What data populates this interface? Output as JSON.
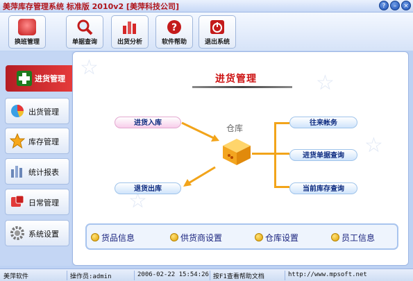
{
  "window": {
    "title": "美萍库存管理系统 标准版 2010v2 [美萍科技公司]",
    "buttons": [
      "?",
      "–",
      "×"
    ]
  },
  "toolbar": {
    "items": [
      {
        "label": "换班管理",
        "icon": "user-shift-icon"
      },
      {
        "label": "单据查询",
        "icon": "magnifier-icon"
      },
      {
        "label": "出货分析",
        "icon": "bar-chart-icon"
      },
      {
        "label": "软件帮助",
        "icon": "help-icon"
      },
      {
        "label": "退出系统",
        "icon": "power-icon"
      }
    ]
  },
  "nav": {
    "active": {
      "label": "进货管理",
      "icon": "plus-icon"
    },
    "items": [
      {
        "label": "出货管理",
        "icon": "pie-chart-icon"
      },
      {
        "label": "库存管理",
        "icon": "star-icon"
      },
      {
        "label": "统计报表",
        "icon": "report-bars-icon"
      },
      {
        "label": "日常管理",
        "icon": "daily-tools-icon"
      },
      {
        "label": "系统设置",
        "icon": "gear-icon"
      }
    ]
  },
  "main": {
    "title": "进货管理",
    "warehouse_label": "仓库",
    "left_buttons": [
      "进货入库",
      "退货出库"
    ],
    "right_buttons": [
      "往来帐务",
      "进货单据查询",
      "当前库存查询"
    ],
    "bottom_items": [
      "货品信息",
      "供货商设置",
      "仓库设置",
      "员工信息"
    ]
  },
  "status": {
    "company": "美萍软件",
    "operator": "操作员:admin",
    "datetime": "2006-02-22 15:54:26",
    "help": "按F1查看帮助文档",
    "url": "http://www.mpsoft.net"
  },
  "colors": {
    "accent_red": "#cc1010",
    "orange": "#f2a41a",
    "nav_active": "#c9252c"
  }
}
